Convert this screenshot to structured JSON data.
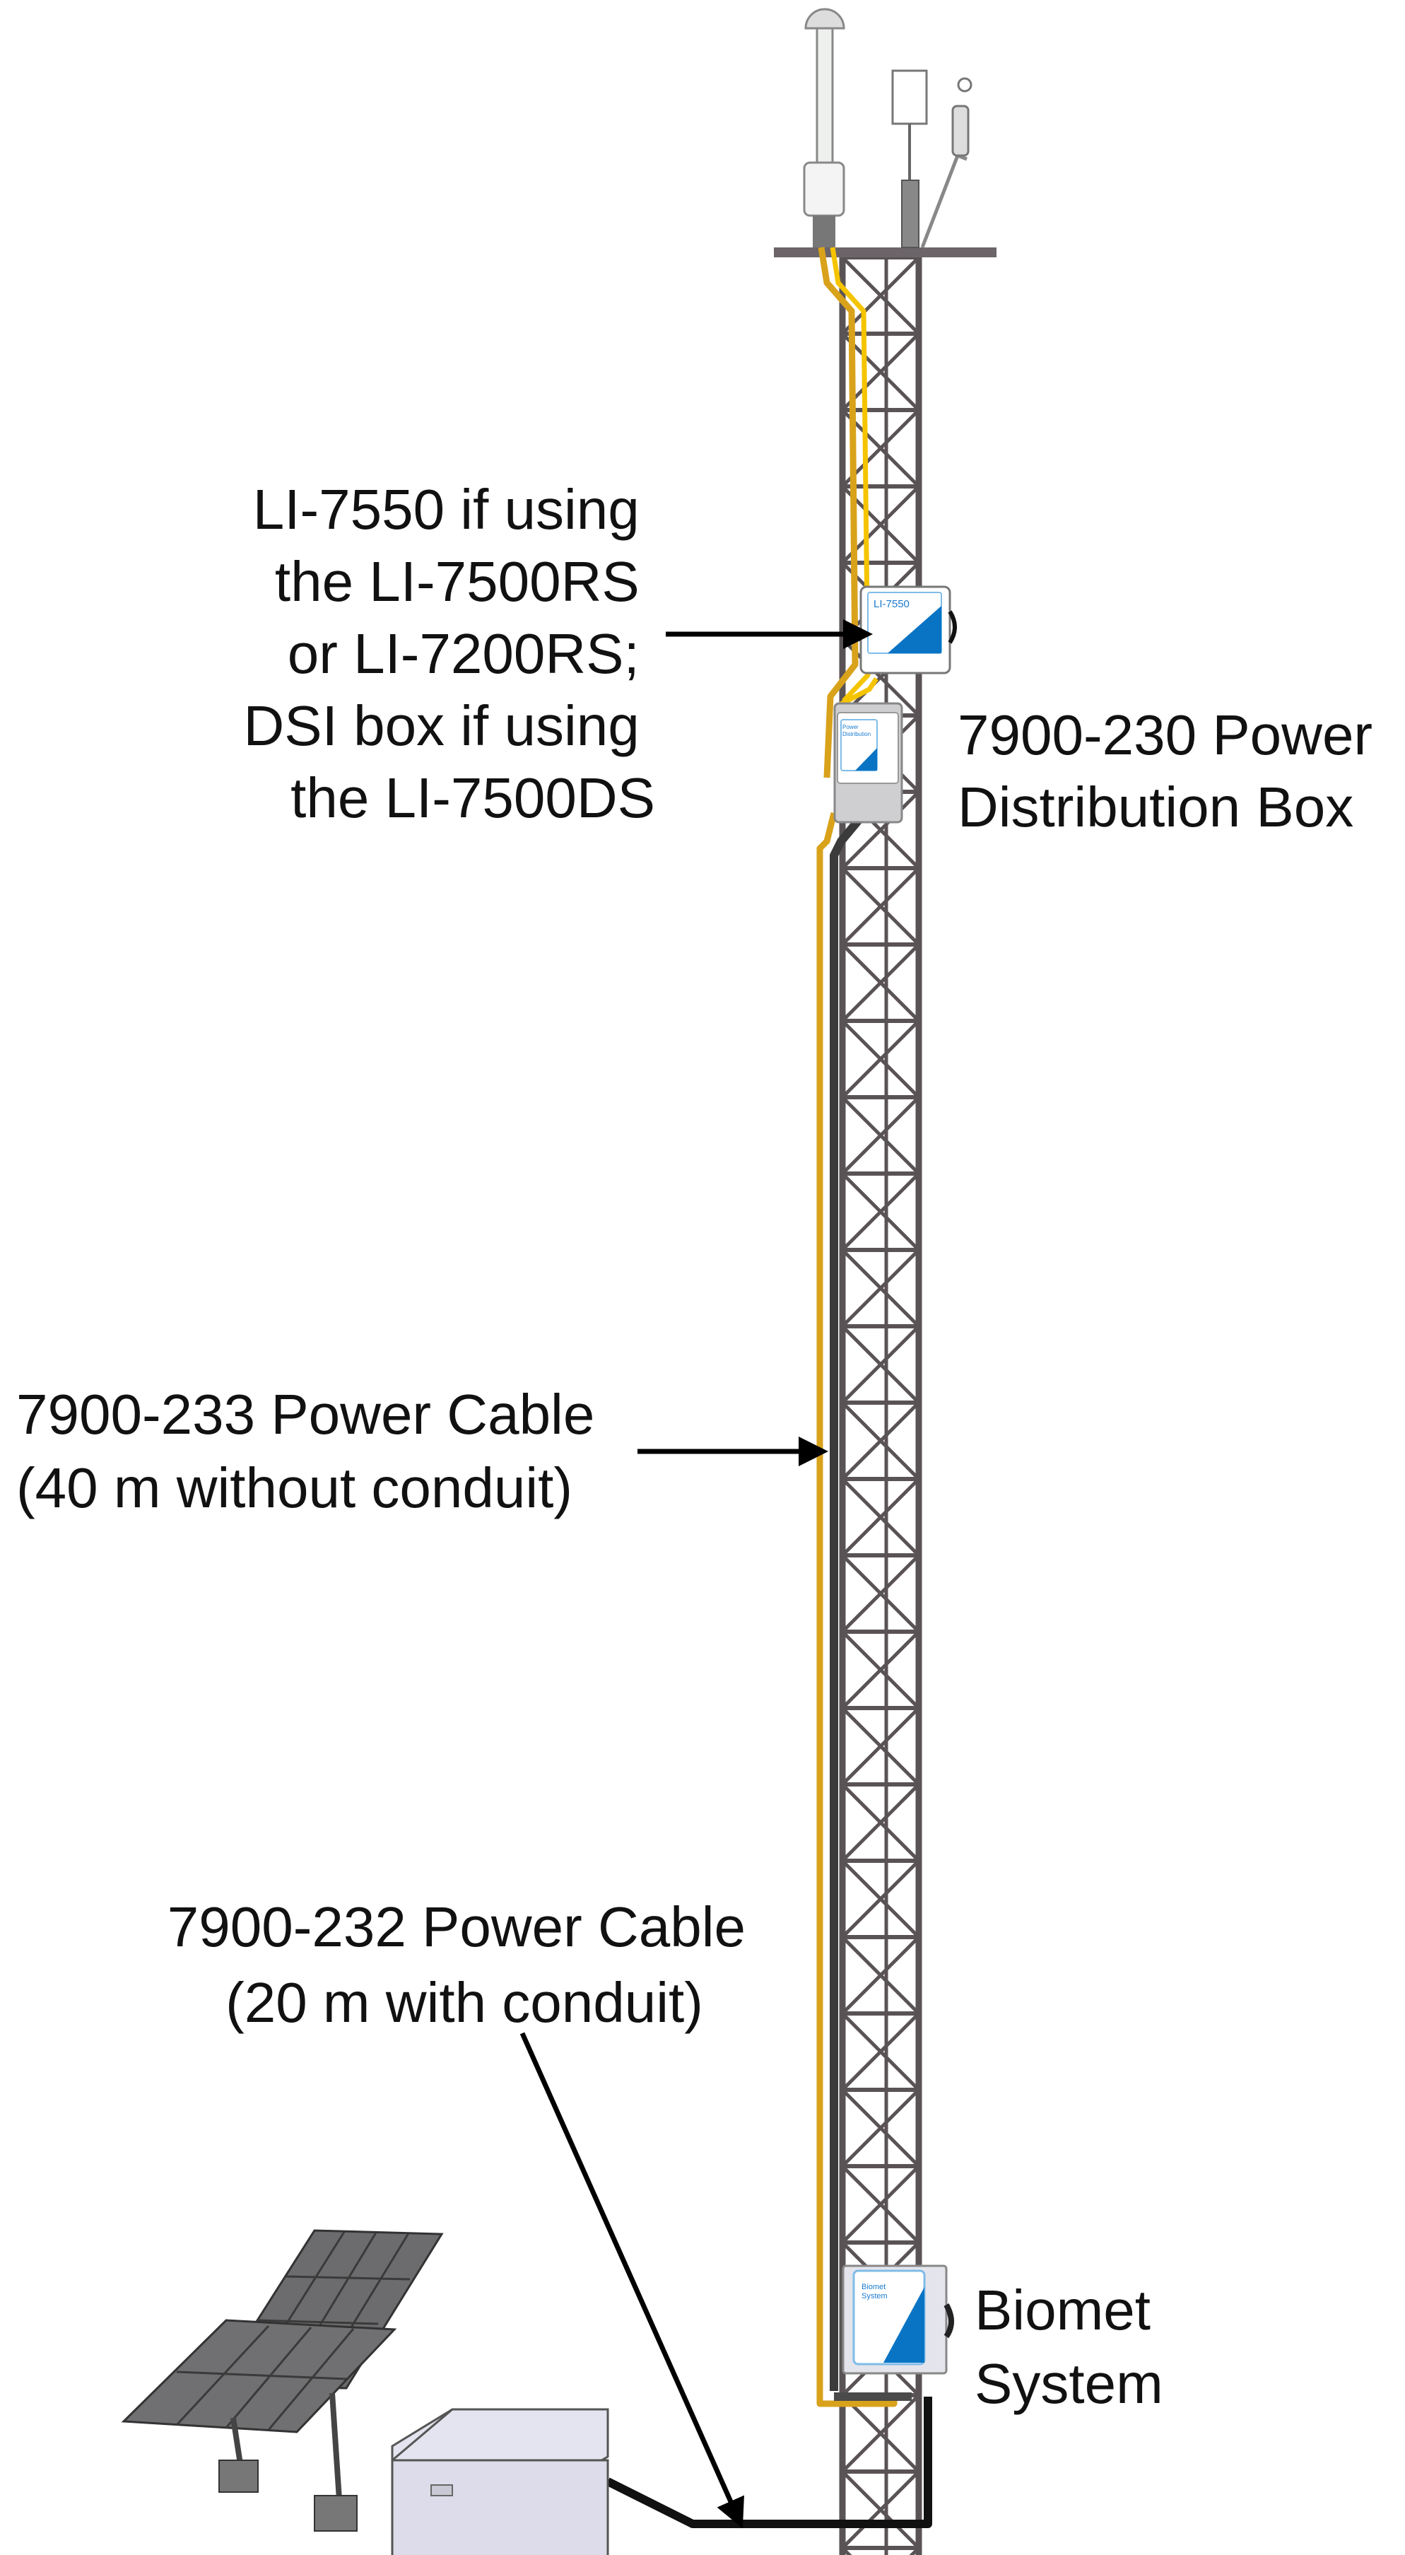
{
  "labels": {
    "li7550": [
      "LI-7550 if using",
      "the LI-7500RS",
      "or LI-7200RS;",
      "DSI box if using",
      "the LI-7500DS"
    ],
    "power_box": [
      "7900-230 Power",
      "Distribution Box"
    ],
    "cable_233": [
      "7900-233 Power Cable",
      "(40 m without conduit)"
    ],
    "cable_232": [
      "7900-232 Power Cable",
      "(20 m with conduit)"
    ],
    "biomet": [
      "Biomet",
      "System"
    ]
  },
  "enclosures": {
    "li7550": "LI-7550",
    "power": [
      "Power",
      "Distribution"
    ],
    "biomet": [
      "Biomet",
      "System"
    ]
  },
  "colors": {
    "cable_yellow": "#f5c400",
    "cable_amber": "#d9a21b",
    "enclosure_blue": "#0a74c4",
    "tower": "#5a5356"
  }
}
